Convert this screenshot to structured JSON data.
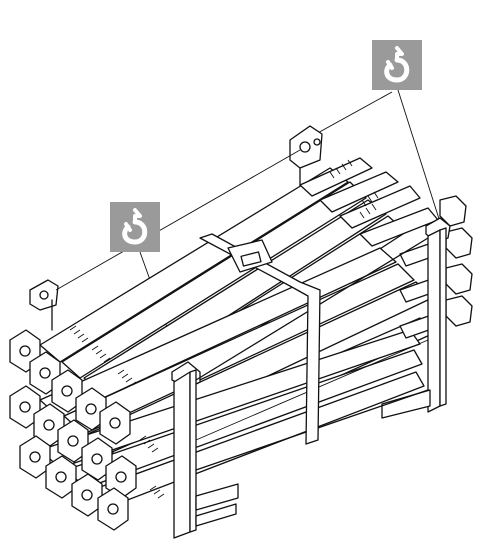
{
  "figure": {
    "subject": "bundled-props-transport-stack",
    "lifting_points": [
      {
        "id": "right-lifting-point",
        "icon": "lifting-hook-icon"
      },
      {
        "id": "left-lifting-point",
        "icon": "lifting-hook-icon"
      }
    ],
    "colors": {
      "badge": "#9a9a9a",
      "icon": "#ffffff",
      "line": "#111111",
      "background": "#ffffff"
    }
  }
}
